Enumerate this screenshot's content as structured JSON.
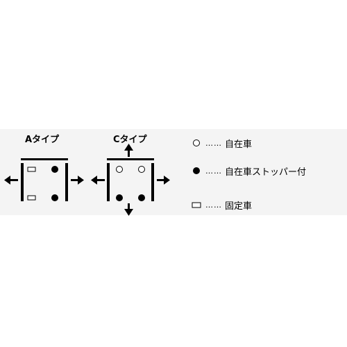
{
  "types": [
    {
      "label": "Aタイプ"
    },
    {
      "label": "Cタイプ"
    }
  ],
  "legend": [
    {
      "symbol": "open-circle",
      "dots": "……",
      "text": "自在車"
    },
    {
      "symbol": "filled-circle",
      "dots": "……",
      "text": "自在車ストッパー付"
    },
    {
      "symbol": "open-rectangle",
      "dots": "……",
      "text": "固定車"
    }
  ]
}
